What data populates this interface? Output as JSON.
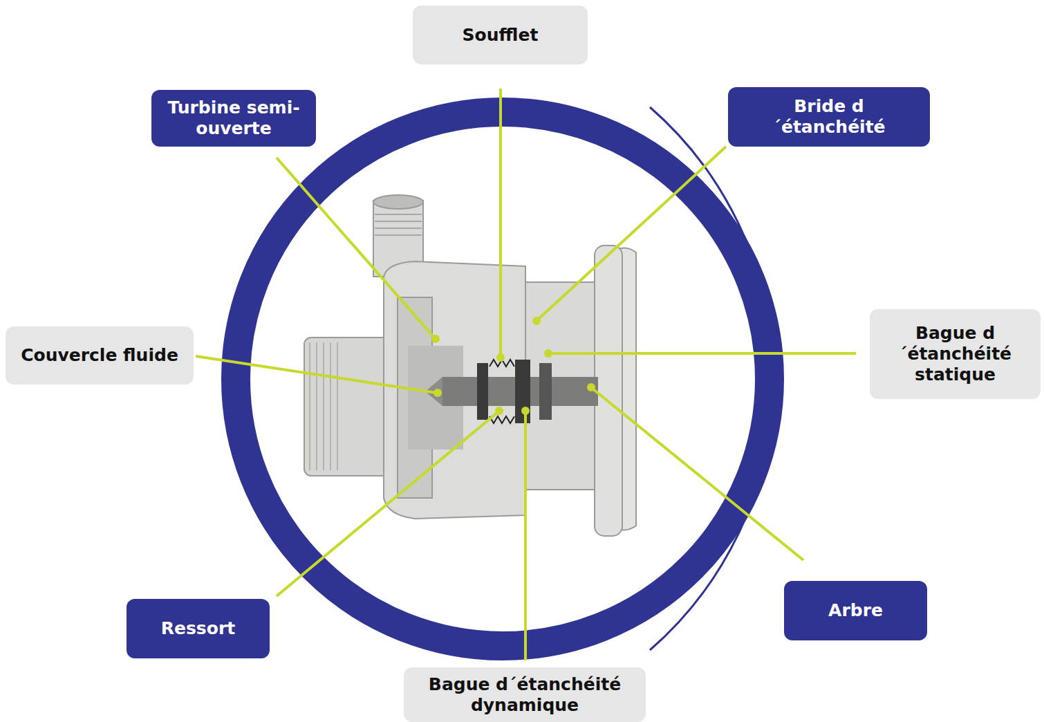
{
  "diagram": {
    "nodes": [
      {
        "text": [
          "Soufflet"
        ]
      },
      {
        "text": [
          "Turbine semi-ouverte"
        ]
      },
      {
        "text": [
          "Bride d´étanchéité"
        ]
      },
      {
        "text": [
          "Couvercle fluide"
        ]
      },
      {
        "text": [
          "Bague d´étanchéité statique"
        ]
      },
      {
        "text": [
          "Ressort"
        ]
      },
      {
        "text": [
          "Arbre"
        ]
      },
      {
        "text": [
          "Bague d´étanchéité dynamique"
        ]
      }
    ]
  }
}
